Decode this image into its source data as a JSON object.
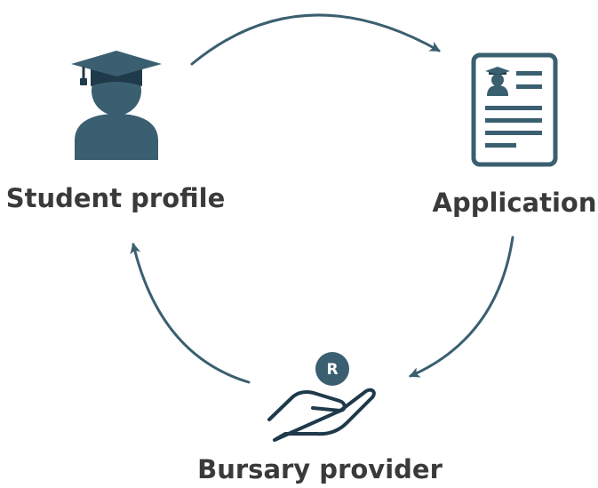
{
  "colors": {
    "primary": "#3a5f70",
    "dark": "#1f3a4a",
    "label": "#3a3a3a",
    "background": "#ffffff"
  },
  "nodes": [
    {
      "id": "student",
      "label": "Student profile",
      "icon": "graduate-student-icon"
    },
    {
      "id": "application",
      "label": "Application",
      "icon": "application-document-icon"
    },
    {
      "id": "bursary",
      "label": "Bursary provider",
      "icon": "hand-with-coin-icon",
      "badge": "R"
    }
  ],
  "flow": [
    {
      "from": "student",
      "to": "application"
    },
    {
      "from": "application",
      "to": "bursary"
    },
    {
      "from": "bursary",
      "to": "student"
    }
  ]
}
